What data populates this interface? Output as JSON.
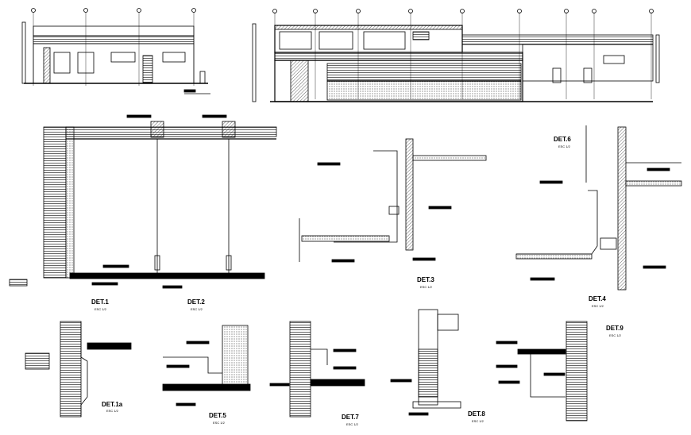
{
  "sheet": {
    "details": [
      {
        "id": "det1",
        "title": "DET.1",
        "scale": "ESC 1/2"
      },
      {
        "id": "det2",
        "title": "DET.2",
        "scale": "ESC 1/2"
      },
      {
        "id": "det3",
        "title": "DET.3",
        "scale": "ESC 1/2"
      },
      {
        "id": "det4",
        "title": "DET.4",
        "scale": "ESC 1/2"
      },
      {
        "id": "det6",
        "title": "DET.6",
        "scale": "ESC 1/2"
      },
      {
        "id": "det1a",
        "title": "DET.1a",
        "scale": "ESC 1/2"
      },
      {
        "id": "det5",
        "title": "DET.5",
        "scale": "ESC 1/2"
      },
      {
        "id": "det7",
        "title": "DET.7",
        "scale": "ESC 1/2"
      },
      {
        "id": "det8",
        "title": "DET.8",
        "scale": "ESC 1/2"
      },
      {
        "id": "det9",
        "title": "DET.9",
        "scale": "ESC 1/2"
      }
    ]
  }
}
